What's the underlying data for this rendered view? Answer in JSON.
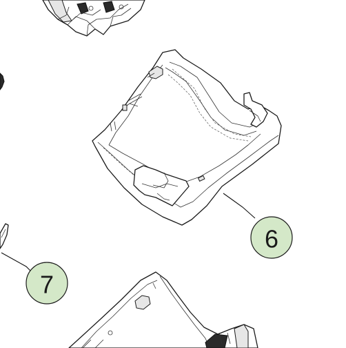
{
  "callouts": [
    {
      "id": "part-6",
      "label": "6"
    },
    {
      "id": "part-7",
      "label": "7"
    }
  ],
  "colors": {
    "callout_fill": "#d4e8c8",
    "line": "#1a1a1a",
    "background": "#ffffff"
  }
}
